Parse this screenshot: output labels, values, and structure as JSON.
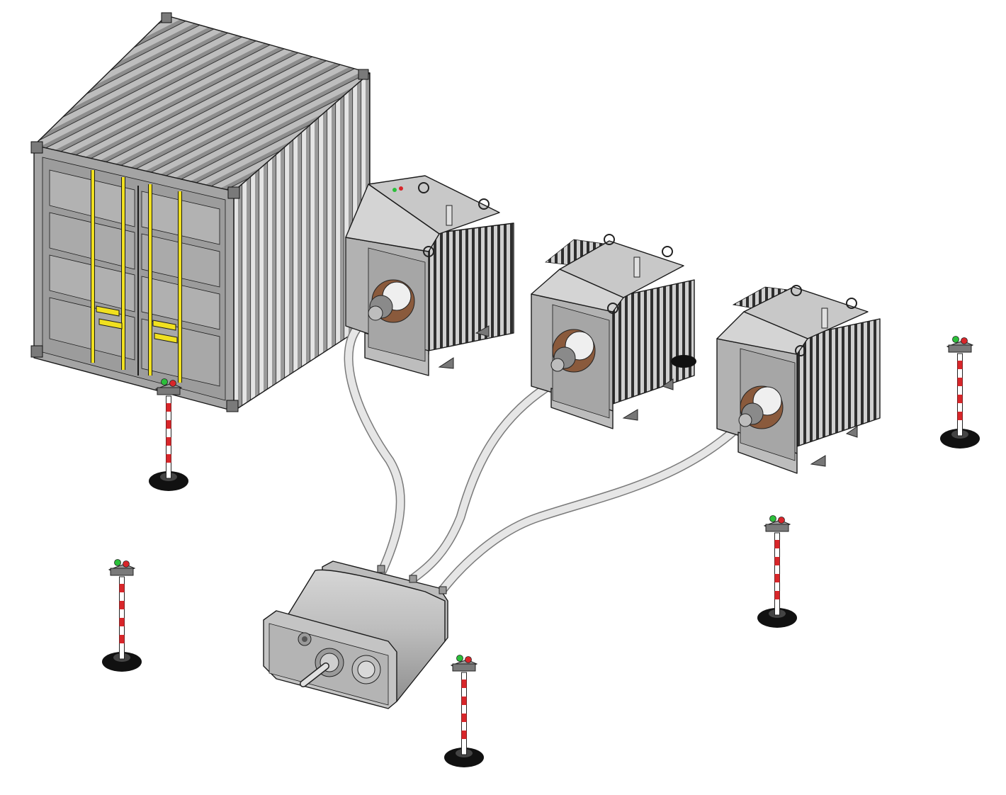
{
  "colors": {
    "background": "#ffffff",
    "steel_top": "#c9c9c9",
    "steel_front": "#a9a9a9",
    "steel_side": "#b8b8b8",
    "fin_dark": "#3a3a3a",
    "cable": "#dedede",
    "cable_outline": "#7a7a7a",
    "bushing_ring": "#8a5a3c",
    "door_bar": "#f0e020",
    "beacon_green": "#2bbf3a",
    "beacon_red": "#d8262a",
    "post_red": "#d8262a",
    "base_black": "#111111"
  },
  "scene": {
    "components": [
      {
        "name": "container",
        "icon": "shipping-container-icon"
      },
      {
        "name": "transformer",
        "icon": "transformer-icon",
        "count": 3
      },
      {
        "name": "test-vessel",
        "icon": "cylindrical-vessel-icon"
      },
      {
        "name": "hv-cable",
        "icon": "cable-icon",
        "count": 3
      },
      {
        "name": "warning-beacon",
        "icon": "warning-light-post-icon",
        "count": 5
      }
    ]
  }
}
